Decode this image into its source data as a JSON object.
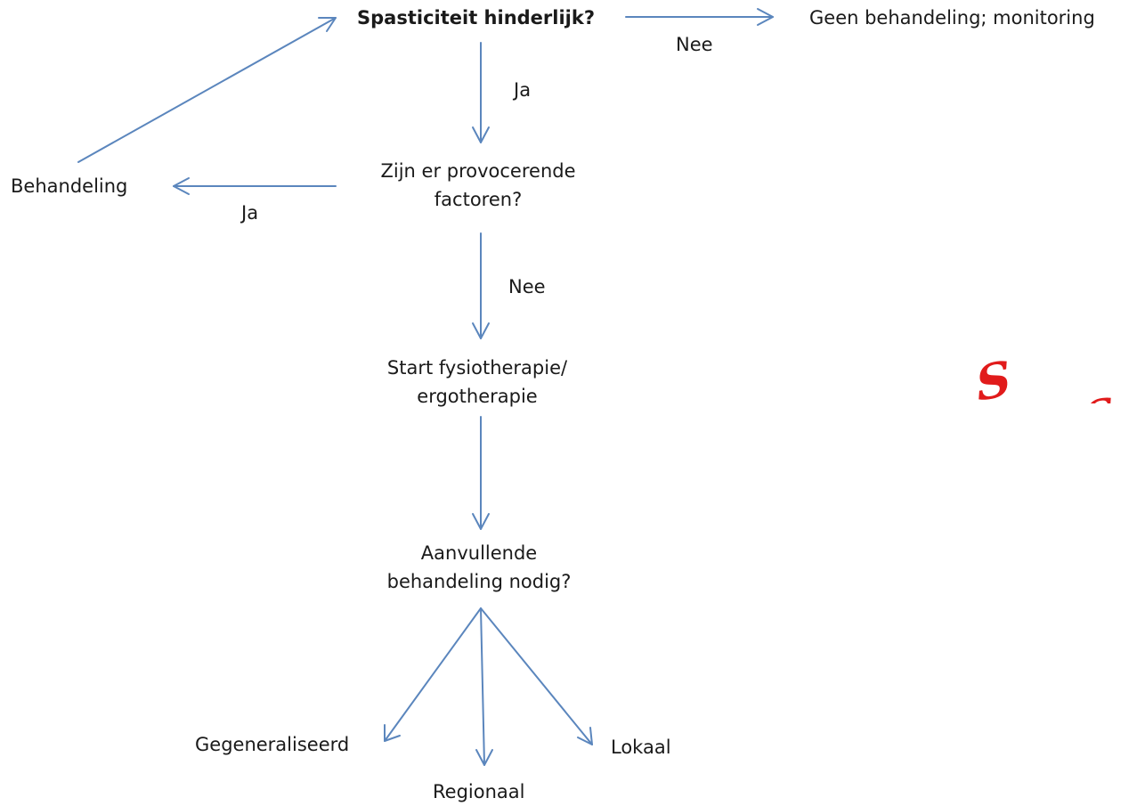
{
  "nodes": {
    "spasticiteit": "Spasticiteit hinderlijk?",
    "geen_behandeling": "Geen behandeling; monitoring",
    "provocerend_line1": "Zijn er provocerende",
    "provocerend_line2": "factoren?",
    "behandeling": "Behandeling",
    "fysio_line1": "Start fysiotherapie/",
    "fysio_line2": "ergotherapie",
    "aanvullend_line1": "Aanvullende",
    "aanvullend_line2": "behandeling nodig?",
    "gegeneraliseerd": "Gegeneraliseerd",
    "regionaal": "Regionaal",
    "lokaal": "Lokaal"
  },
  "edge_labels": {
    "nee_top": "Nee",
    "ja_down": "Ja",
    "ja_left": "Ja",
    "nee_down": "Nee"
  },
  "logo": {
    "text_first": "S",
    "text_rest": "PIERS"
  },
  "colors": {
    "arrow": "#5b86bd",
    "logo": "#e11b1b"
  }
}
